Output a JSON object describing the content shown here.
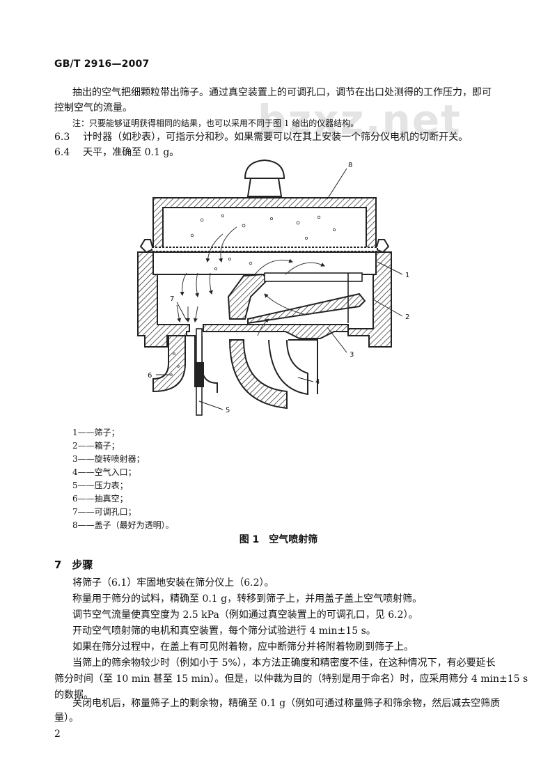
{
  "header": {
    "doc_id": "GB/T 2916—2007"
  },
  "watermark": {
    "text": "bzxz.net"
  },
  "intro": {
    "line1": "抽出的空气把细颗粒带出筛子。通过真空装置上的可调孔口，调节在出口处测得的工作压力，即可",
    "line2": "控制空气的流量。",
    "note": "注：只要能够证明获得相同的结果，也可以采用不同于图 1 给出的仪器结构。"
  },
  "items": [
    {
      "num": "6.3",
      "text": "计时器（如秒表），可指示分和秒。如果需要可以在其上安装一个筛分仪电机的切断开关。"
    },
    {
      "num": "6.4",
      "text": "天平，准确至 0.1 g。"
    }
  ],
  "figure": {
    "callouts": [
      "1",
      "2",
      "3",
      "4",
      "5",
      "6",
      "7",
      "8"
    ],
    "legend": [
      "1——筛子；",
      "2——箱子；",
      "3——旋转喷射器；",
      "4——空气入口；",
      "5——压力表；",
      "6——抽真空；",
      "7——可调孔口；",
      "8——盖子（最好为透明）。"
    ],
    "caption": "图 1　空气喷射筛"
  },
  "section7": {
    "title": "7　步骤",
    "paragraphs": [
      "将筛子（6.1）牢固地安装在筛分仪上（6.2）。",
      "称量用于筛分的试料，精确至 0.1 g，转移到筛子上，并用盖子盖上空气喷射筛。",
      "调节空气流量使真空度为 2.5 kPa（例如通过真空装置上的可调孔口，见 6.2）。",
      "开动空气喷射筛的电机和真空装置，每个筛分试验进行 4 min±15 s。",
      "如果在筛分过程中，在盖上有可见附着物，应中断筛分并将附着物刷到筛子上。"
    ],
    "para6_line1": "当筛上的筛余物较少时（例如小于 5%），本方法正确度和精密度不佳，在这种情况下，有必要延长",
    "para6_line2": "筛分时间（至 10 min 甚至 15 min）。但是，以仲裁为目的（特别是用于命名）时，应采用筛分 4 min±15 s",
    "para6_line3": "的数据。",
    "para7_line1": "关闭电机后，称量筛子上的剩余物，精确至 0.1 g（例如可通过称量筛子和筛余物，然后减去空筛质",
    "para7_line2": "量）。"
  },
  "footer": {
    "page_number": "2"
  }
}
